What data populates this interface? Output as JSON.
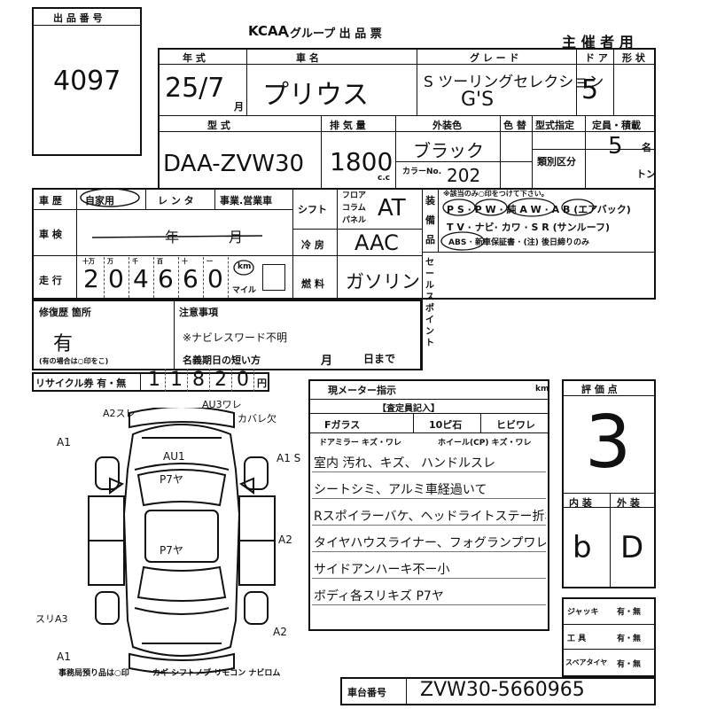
{
  "header": {
    "lot_label": "出 品 番 号",
    "lot_number": "4097",
    "title_brand": "KCAA",
    "title_rest": ".グループ  出 品 票",
    "organizer": "主 催 者 用"
  },
  "vehicle": {
    "year_label": "年  式",
    "year_value": "25/7",
    "year_unit": "月",
    "model_label": "車     名",
    "model_value": "プリウス",
    "grade_label": "グ レ ー ド",
    "grade_value_1": "S ツーリングセレクション",
    "grade_value_2": "G'S",
    "doors_label": "ド ア",
    "doors_value": "5",
    "shape_label": "形 状",
    "type_label": "型    式",
    "type_value": "DAA-ZVW30",
    "cc_label": "排 気 量",
    "cc_value": "1800",
    "cc_unit": "c.c",
    "exterior_label": "外装色",
    "exterior_value": "ブラック",
    "color_label": "色 替",
    "color_no_label": "カラーNo.",
    "color_no_value": "202",
    "type_designation_label": "型式指定",
    "capacity_label": "定員・積載",
    "capacity_value": "5",
    "capacity_unit": "名",
    "category_label": "類別区分",
    "tonnage_unit": "トン"
  },
  "history": {
    "history_label": "車 歴",
    "history_options": [
      "自家用",
      "レ ン タ",
      "事業.営業車"
    ],
    "inspection_label": "車 検",
    "inspection_year": "年",
    "inspection_month": "月",
    "mileage_label": "走 行",
    "mileage_units": [
      "十万",
      "万",
      "千",
      "百",
      "十",
      "一"
    ],
    "mileage_digits": [
      "2",
      "0",
      "4",
      "6",
      "6",
      "0"
    ],
    "mileage_unit_km": "km",
    "mileage_unit_mile": "マイル"
  },
  "drivetrain": {
    "shift_label": "シフト",
    "shift_options": [
      "フロア",
      "コラム",
      "パネル"
    ],
    "shift_value": "AT",
    "ac_label": "冷 房",
    "ac_value": "AAC",
    "fuel_label": "燃 料",
    "fuel_value": "ガソリン"
  },
  "equipment": {
    "label": "装備品",
    "note": "※該当のみ○印をつけて下さい。",
    "row1": "P S · P W · 純 A W · A B (エアバック)",
    "row2": "T V · ナビ· カワ · S R (サンルーフ)",
    "row3": "ABS · 新車保証書 · (注) 後日締りのみ",
    "sales_point": "セールスポイント"
  },
  "repair": {
    "label": "修復歴 箇所",
    "value": "有",
    "note": "(有の場合は○印をこ)"
  },
  "notes": {
    "label": "注意事項",
    "value": "※ナビレスワード不明",
    "deadline_label": "名義期日の短い方",
    "deadline_month": "月",
    "deadline_day": "日まで"
  },
  "recycle": {
    "label": "リサイクル券 有・無",
    "digits": [
      "1",
      "1",
      "8",
      "2",
      "0"
    ],
    "unit": "円"
  },
  "meter": {
    "label": "現メーター指示",
    "unit": "km",
    "inspector_label": "【査定員記入】",
    "f_glass": "Fガラス",
    "small_stone": "10ピ石",
    "crack": "ヒビワレ",
    "door_mirror": "ドアミラー キズ・ワレ",
    "wheel": "ホイール(CP) キズ・ワレ"
  },
  "remarks": [
    "室内 汚れ、キズ、 ハンドルスレ",
    "シートシミ、アルミ車経過いて",
    "Rスポイラーバケ、ヘッドライトステー折れ",
    "タイヤハウスライナー、フォグランプワレ",
    "サイドアンハーキ不ー小",
    "ボディ各スリキズ P7ヤ"
  ],
  "score": {
    "label": "評 価 点",
    "value": "3",
    "interior_label": "内 装",
    "exterior_label": "外 装",
    "interior_value": "b",
    "exterior_value": "D"
  },
  "accessories": {
    "jack_label": "ジャッキ",
    "jack_value": "有・無",
    "tools_label": "工     具",
    "tools_value": "有・無",
    "spare_label": "スペアタイヤ",
    "spare_value": "有・無"
  },
  "diagram_marks": {
    "a2": "A2スレ",
    "au3": "AU3ワレ",
    "cover": "カバレ欠",
    "a1_left": "A1",
    "au1": "AU1",
    "p7_1": "P7ヤ",
    "a1_right": "A1 S",
    "p7_2": "P7ヤ",
    "a2_right": "A2",
    "xa3": "スリA3",
    "a2_bottom": "A2",
    "a1_bottom": "A1"
  },
  "footer": {
    "office_note": "事務局預り品は○印",
    "items": "カギ  シフトノブ  リモコン  ナビロム",
    "chassis_label": "車台番号",
    "chassis_value": "ZVW30-5660965"
  }
}
